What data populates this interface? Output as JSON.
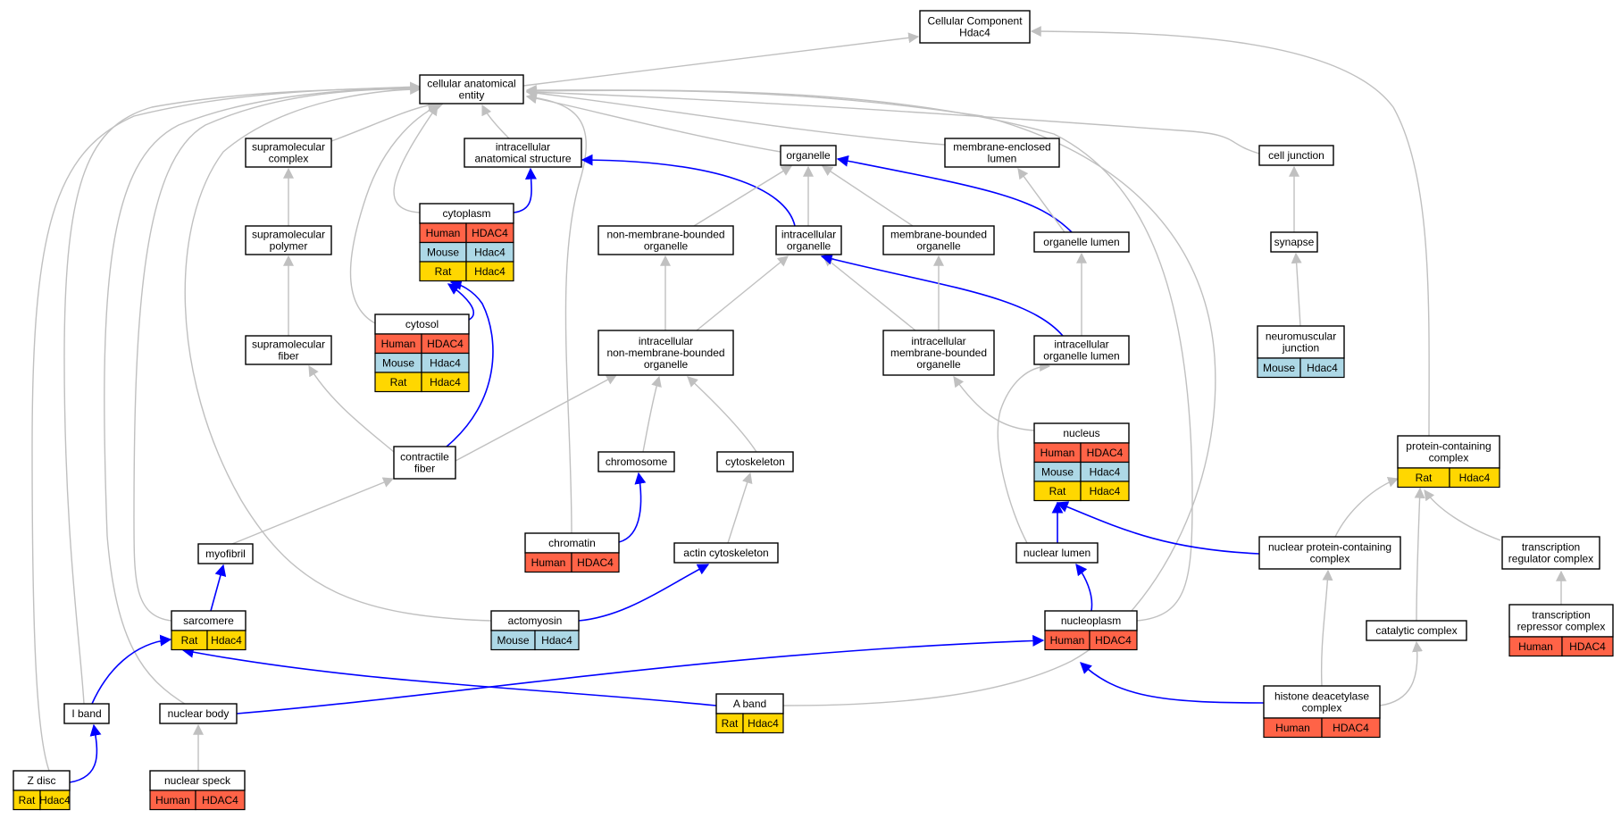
{
  "colors": {
    "human": "#ff6347",
    "mouse": "#add8e6",
    "rat": "#ffd700",
    "edge_gray": "#c0c0c0",
    "edge_blue": "#0000ff"
  },
  "nodes": [
    {
      "id": "cc",
      "lines": [
        "Cellular Component",
        "Hdac4"
      ],
      "species": []
    },
    {
      "id": "cae",
      "lines": [
        "cellular anatomical",
        "entity"
      ],
      "species": []
    },
    {
      "id": "smc",
      "lines": [
        "supramolecular",
        "complex"
      ],
      "species": []
    },
    {
      "id": "ias",
      "lines": [
        "intracellular",
        "anatomical structure"
      ],
      "species": []
    },
    {
      "id": "org",
      "lines": [
        "organelle"
      ],
      "species": []
    },
    {
      "id": "mel",
      "lines": [
        "membrane-enclosed",
        "lumen"
      ],
      "species": []
    },
    {
      "id": "cj",
      "lines": [
        "cell junction"
      ],
      "species": []
    },
    {
      "id": "cyto",
      "lines": [
        "cytoplasm"
      ],
      "species": [
        {
          "s": "Human",
          "g": "HDAC4",
          "c": "human"
        },
        {
          "s": "Mouse",
          "g": "Hdac4",
          "c": "mouse"
        },
        {
          "s": "Rat",
          "g": "Hdac4",
          "c": "rat"
        }
      ]
    },
    {
      "id": "smp",
      "lines": [
        "supramolecular",
        "polymer"
      ],
      "species": []
    },
    {
      "id": "nmbo",
      "lines": [
        "non-membrane-bounded",
        "organelle"
      ],
      "species": []
    },
    {
      "id": "io",
      "lines": [
        "intracellular",
        "organelle"
      ],
      "species": []
    },
    {
      "id": "mbo",
      "lines": [
        "membrane-bounded",
        "organelle"
      ],
      "species": []
    },
    {
      "id": "ol",
      "lines": [
        "organelle lumen"
      ],
      "species": []
    },
    {
      "id": "syn",
      "lines": [
        "synapse"
      ],
      "species": []
    },
    {
      "id": "cytosol",
      "lines": [
        "cytosol"
      ],
      "species": [
        {
          "s": "Human",
          "g": "HDAC4",
          "c": "human"
        },
        {
          "s": "Mouse",
          "g": "Hdac4",
          "c": "mouse"
        },
        {
          "s": "Rat",
          "g": "Hdac4",
          "c": "rat"
        }
      ]
    },
    {
      "id": "smf",
      "lines": [
        "supramolecular",
        "fiber"
      ],
      "species": []
    },
    {
      "id": "inmbo",
      "lines": [
        "intracellular",
        "non-membrane-bounded",
        "organelle"
      ],
      "species": []
    },
    {
      "id": "imbo",
      "lines": [
        "intracellular",
        "membrane-bounded",
        "organelle"
      ],
      "species": []
    },
    {
      "id": "iol",
      "lines": [
        "intracellular",
        "organelle lumen"
      ],
      "species": []
    },
    {
      "id": "nmj",
      "lines": [
        "neuromuscular",
        "junction"
      ],
      "species": [
        {
          "s": "Mouse",
          "g": "Hdac4",
          "c": "mouse"
        }
      ]
    },
    {
      "id": "nucleus",
      "lines": [
        "nucleus"
      ],
      "species": [
        {
          "s": "Human",
          "g": "HDAC4",
          "c": "human"
        },
        {
          "s": "Mouse",
          "g": "Hdac4",
          "c": "mouse"
        },
        {
          "s": "Rat",
          "g": "Hdac4",
          "c": "rat"
        }
      ]
    },
    {
      "id": "pcc",
      "lines": [
        "protein-containing",
        "complex"
      ],
      "species": [
        {
          "s": "Rat",
          "g": "Hdac4",
          "c": "rat"
        }
      ]
    },
    {
      "id": "cf",
      "lines": [
        "contractile",
        "fiber"
      ],
      "species": []
    },
    {
      "id": "chrom",
      "lines": [
        "chromosome"
      ],
      "species": []
    },
    {
      "id": "cysk",
      "lines": [
        "cytoskeleton"
      ],
      "species": []
    },
    {
      "id": "myo",
      "lines": [
        "myofibril"
      ],
      "species": []
    },
    {
      "id": "chromatin",
      "lines": [
        "chromatin"
      ],
      "species": [
        {
          "s": "Human",
          "g": "HDAC4",
          "c": "human"
        }
      ]
    },
    {
      "id": "acsk",
      "lines": [
        "actin cytoskeleton"
      ],
      "species": []
    },
    {
      "id": "nl",
      "lines": [
        "nuclear lumen"
      ],
      "species": []
    },
    {
      "id": "npcc",
      "lines": [
        "nuclear protein-containing",
        "complex"
      ],
      "species": []
    },
    {
      "id": "trc",
      "lines": [
        "transcription",
        "regulator complex"
      ],
      "species": []
    },
    {
      "id": "sarc",
      "lines": [
        "sarcomere"
      ],
      "species": [
        {
          "s": "Rat",
          "g": "Hdac4",
          "c": "rat"
        }
      ]
    },
    {
      "id": "acto",
      "lines": [
        "actomyosin"
      ],
      "species": [
        {
          "s": "Mouse",
          "g": "Hdac4",
          "c": "mouse"
        }
      ]
    },
    {
      "id": "np",
      "lines": [
        "nucleoplasm"
      ],
      "species": [
        {
          "s": "Human",
          "g": "HDAC4",
          "c": "human"
        }
      ]
    },
    {
      "id": "catc",
      "lines": [
        "catalytic complex"
      ],
      "species": []
    },
    {
      "id": "trpc",
      "lines": [
        "transcription",
        "repressor complex"
      ],
      "species": [
        {
          "s": "Human",
          "g": "HDAC4",
          "c": "human"
        }
      ]
    },
    {
      "id": "iband",
      "lines": [
        "I band"
      ],
      "species": []
    },
    {
      "id": "nb",
      "lines": [
        "nuclear body"
      ],
      "species": []
    },
    {
      "id": "aband",
      "lines": [
        "A band"
      ],
      "species": [
        {
          "s": "Rat",
          "g": "Hdac4",
          "c": "rat"
        }
      ]
    },
    {
      "id": "hdc",
      "lines": [
        "histone deacetylase",
        "complex"
      ],
      "species": [
        {
          "s": "Human",
          "g": "HDAC4",
          "c": "human"
        }
      ]
    },
    {
      "id": "zdisc",
      "lines": [
        "Z disc"
      ],
      "species": [
        {
          "s": "Rat",
          "g": "Hdac4",
          "c": "rat"
        }
      ]
    },
    {
      "id": "ns",
      "lines": [
        "nuclear speck"
      ],
      "species": [
        {
          "s": "Human",
          "g": "HDAC4",
          "c": "human"
        }
      ]
    }
  ],
  "edges": [
    {
      "from": "cae",
      "to": "cc",
      "type": "gray"
    },
    {
      "from": "pcc",
      "to": "cc",
      "type": "gray"
    },
    {
      "from": "smc",
      "to": "cae",
      "type": "gray"
    },
    {
      "from": "ias",
      "to": "cae",
      "type": "gray"
    },
    {
      "from": "org",
      "to": "cae",
      "type": "gray"
    },
    {
      "from": "mel",
      "to": "cae",
      "type": "gray"
    },
    {
      "from": "cj",
      "to": "cae",
      "type": "gray"
    },
    {
      "from": "cyto",
      "to": "cae",
      "type": "gray"
    },
    {
      "from": "cytosol",
      "to": "cae",
      "type": "gray"
    },
    {
      "from": "chromatin",
      "to": "cae",
      "type": "gray"
    },
    {
      "from": "acto",
      "to": "cae",
      "type": "gray"
    },
    {
      "from": "sarc",
      "to": "cae",
      "type": "gray"
    },
    {
      "from": "nb",
      "to": "cae",
      "type": "gray"
    },
    {
      "from": "iband",
      "to": "cae",
      "type": "gray"
    },
    {
      "from": "zdisc",
      "to": "cae",
      "type": "gray"
    },
    {
      "from": "np",
      "to": "cae",
      "type": "gray"
    },
    {
      "from": "aband",
      "to": "cae",
      "type": "gray"
    },
    {
      "from": "smp",
      "to": "smc",
      "type": "gray"
    },
    {
      "from": "smf",
      "to": "smp",
      "type": "gray"
    },
    {
      "from": "cf",
      "to": "smf",
      "type": "gray"
    },
    {
      "from": "cyto",
      "to": "ias",
      "type": "blue"
    },
    {
      "from": "io",
      "to": "ias",
      "type": "blue"
    },
    {
      "from": "nmbo",
      "to": "org",
      "type": "gray"
    },
    {
      "from": "io",
      "to": "org",
      "type": "gray"
    },
    {
      "from": "mbo",
      "to": "org",
      "type": "gray"
    },
    {
      "from": "ol",
      "to": "org",
      "type": "blue"
    },
    {
      "from": "ol",
      "to": "mel",
      "type": "gray"
    },
    {
      "from": "syn",
      "to": "cj",
      "type": "gray"
    },
    {
      "from": "nmj",
      "to": "syn",
      "type": "gray"
    },
    {
      "from": "cytosol",
      "to": "cyto",
      "type": "blue"
    },
    {
      "from": "cf",
      "to": "cyto",
      "type": "blue"
    },
    {
      "from": "inmbo",
      "to": "nmbo",
      "type": "gray"
    },
    {
      "from": "inmbo",
      "to": "io",
      "type": "gray"
    },
    {
      "from": "imbo",
      "to": "io",
      "type": "gray"
    },
    {
      "from": "iol",
      "to": "io",
      "type": "blue"
    },
    {
      "from": "imbo",
      "to": "mbo",
      "type": "gray"
    },
    {
      "from": "iol",
      "to": "ol",
      "type": "gray"
    },
    {
      "from": "cf",
      "to": "inmbo",
      "type": "gray"
    },
    {
      "from": "chrom",
      "to": "inmbo",
      "type": "gray"
    },
    {
      "from": "cysk",
      "to": "inmbo",
      "type": "gray"
    },
    {
      "from": "nucleus",
      "to": "imbo",
      "type": "gray"
    },
    {
      "from": "nl",
      "to": "iol",
      "type": "gray"
    },
    {
      "from": "myo",
      "to": "cf",
      "type": "gray"
    },
    {
      "from": "chromatin",
      "to": "chrom",
      "type": "blue"
    },
    {
      "from": "acsk",
      "to": "cysk",
      "type": "gray"
    },
    {
      "from": "nl",
      "to": "nucleus",
      "type": "blue"
    },
    {
      "from": "npcc",
      "to": "nucleus",
      "type": "blue"
    },
    {
      "from": "npcc",
      "to": "pcc",
      "type": "gray"
    },
    {
      "from": "catc",
      "to": "pcc",
      "type": "gray"
    },
    {
      "from": "trc",
      "to": "pcc",
      "type": "gray"
    },
    {
      "from": "sarc",
      "to": "myo",
      "type": "blue"
    },
    {
      "from": "acto",
      "to": "acsk",
      "type": "blue"
    },
    {
      "from": "np",
      "to": "nl",
      "type": "blue"
    },
    {
      "from": "hdc",
      "to": "npcc",
      "type": "gray"
    },
    {
      "from": "trpc",
      "to": "trc",
      "type": "gray"
    },
    {
      "from": "iband",
      "to": "sarc",
      "type": "blue"
    },
    {
      "from": "aband",
      "to": "sarc",
      "type": "blue"
    },
    {
      "from": "nb",
      "to": "np",
      "type": "blue"
    },
    {
      "from": "hdc",
      "to": "np",
      "type": "blue"
    },
    {
      "from": "hdc",
      "to": "catc",
      "type": "gray"
    },
    {
      "from": "zdisc",
      "to": "iband",
      "type": "blue"
    },
    {
      "from": "ns",
      "to": "nb",
      "type": "gray"
    }
  ]
}
